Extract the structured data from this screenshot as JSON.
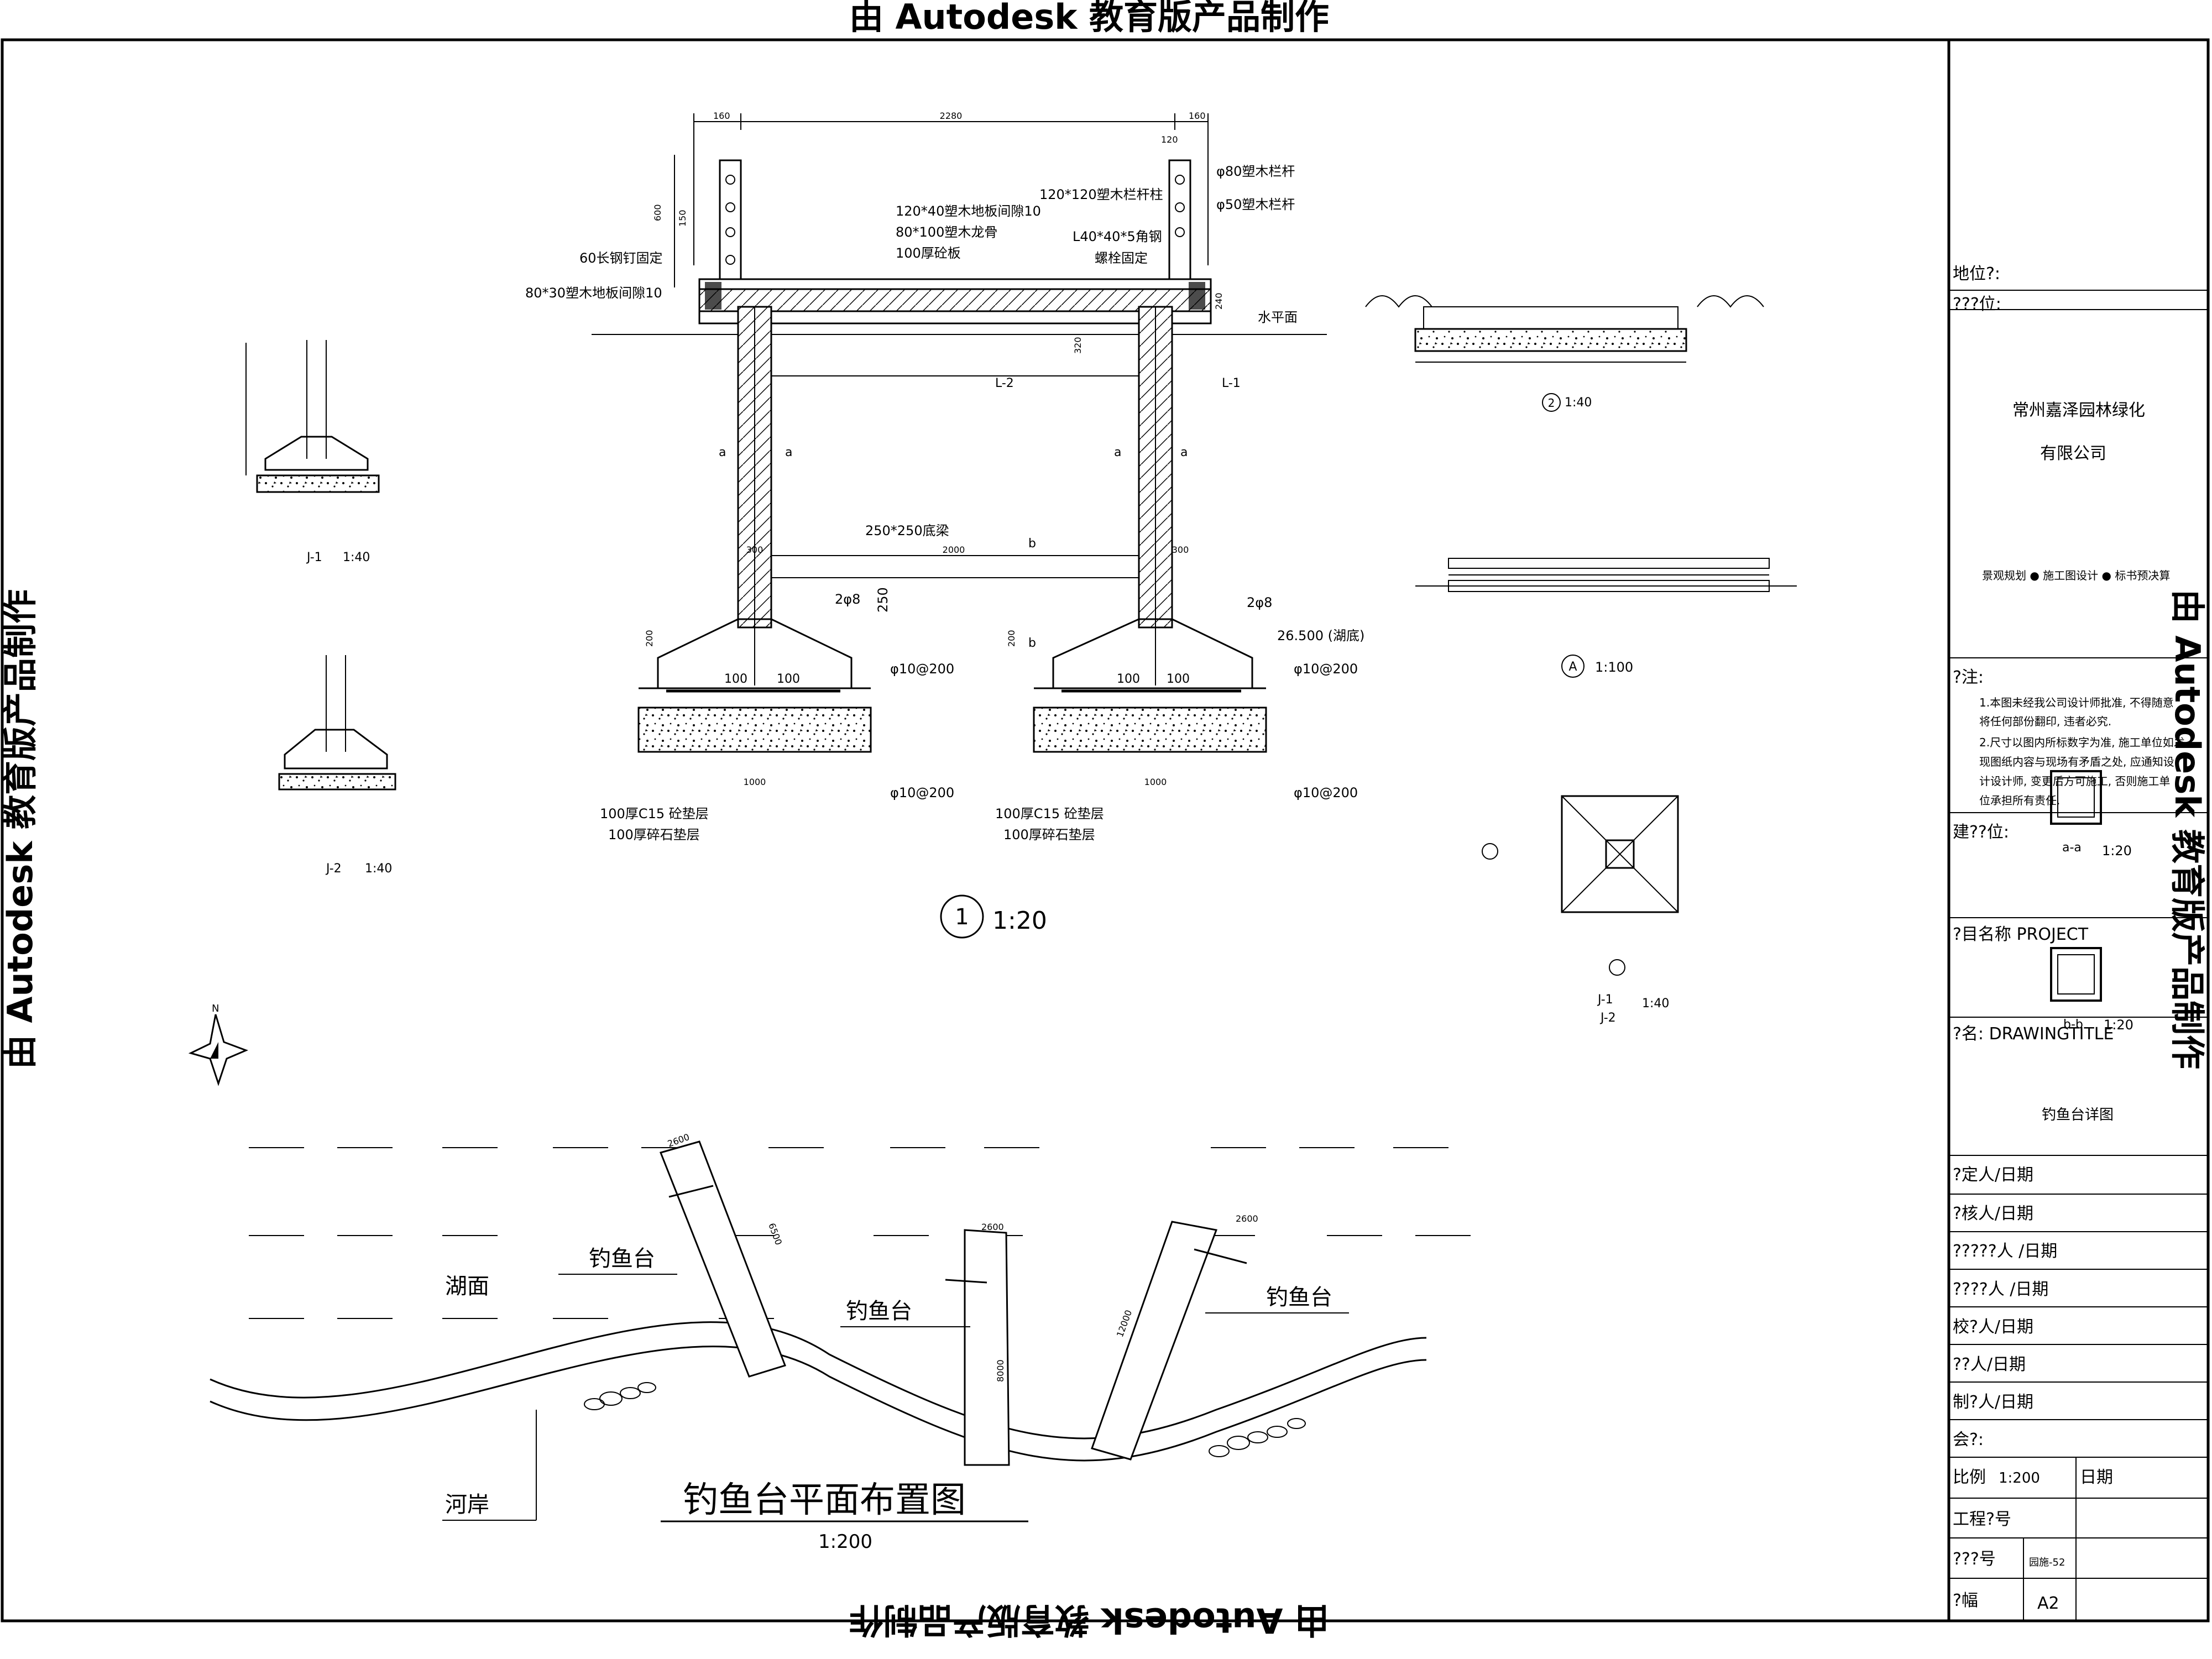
{
  "watermark": {
    "top": "由 Autodesk 教育版产品制作",
    "bottom": "由 Autodesk 教育版产品制作",
    "left": "由 Autodesk 教育版产品制作",
    "right": "由 Autodesk 教育版产品制作"
  },
  "section1": {
    "dims_top": [
      "160",
      "2280",
      "160",
      "120"
    ],
    "labels": {
      "plank": "120*40塑木地板间隙10",
      "joist": "80*100塑木龙骨",
      "slab": "100厚砼板",
      "nail": "60长钢钉固定",
      "floor80": "80*30塑木地板间隙10",
      "angle": "L40*40*5角钢",
      "bolt": "螺栓固定",
      "post": "120*120塑木栏杆柱",
      "rail80": "φ80塑木栏杆",
      "rail50": "φ50塑木栏杆",
      "water": "水平面",
      "beam": "250*250底梁",
      "L2": "L-2",
      "L1": "L-1",
      "rebar2": "2φ8",
      "rebar2b": "2φ8",
      "level": "26.500 (湖底)",
      "phi10a": "φ10@200",
      "phi10b": "φ10@200",
      "phi10c": "φ10@200",
      "c15a": "100厚C15 砼垫层",
      "c15b": "100厚C15 砼垫层",
      "grava": "100厚碎石垫层",
      "gravb": "100厚碎石垫层",
      "d2000": "2000",
      "d300a": "300",
      "d300b": "300",
      "d250": "250",
      "d1000a": "1000",
      "d1000b": "1000",
      "d100": "100",
      "d100b": "100",
      "d600": "600",
      "d150": "150",
      "d240": "240",
      "d320": "320",
      "d200": "200",
      "a": "a",
      "b": "b"
    },
    "scale": "1:20",
    "number": "1"
  },
  "detail2": {
    "number": "2",
    "scale": "1:40"
  },
  "detailA": {
    "number": "A",
    "scale": "1:100"
  },
  "j1": {
    "label": "J-1",
    "scale": "1:40"
  },
  "j2": {
    "label": "J-2",
    "scale": "1:40"
  },
  "j1plan": {
    "label": "J-1",
    "sub": "J-2",
    "scale": "1:40"
  },
  "sectA": {
    "label": "a-a",
    "scale": "1:20"
  },
  "sectB": {
    "label": "b-b",
    "scale": "1:20"
  },
  "plan": {
    "title": "钓鱼台平面布置图",
    "scale": "1:200",
    "lake": "湖面",
    "bank": "河岸",
    "platforms": [
      "钓鱼台",
      "钓鱼台",
      "钓鱼台"
    ],
    "north": "N",
    "dims": [
      "2600",
      "2600",
      "2600",
      "6500",
      "8000",
      "12000"
    ]
  },
  "titleblock": {
    "unit_label": "地位?:",
    "design_unit_label": "???位:",
    "company_line1": "常州嘉泽园林绿化",
    "company_line2": "有限公司",
    "services": "景观规划  ●  施工图设计  ●  标书预决算",
    "notes_label": "?注:",
    "notes": [
      "1.本图未经我公司设计师批准, 不得随意",
      "   将任何部份翻印, 违者必究.",
      "2.尺寸以图内所标数字为准, 施工单位如发",
      "   现图纸内容与现场有矛盾之处, 应通知设",
      "   计设计师, 变更后方可施工, 否则施工单",
      "   位承担所有责任."
    ],
    "client_label": "建??位:",
    "project_label": "?目名称 PROJECT",
    "drawing_label": "?名: DRAWINGTITLE",
    "drawing_title": "钓鱼台详图",
    "rows": [
      "?定人/日期",
      "?核人/日期",
      "?????人 /日期",
      "????人 /日期",
      "校?人/日期",
      "??人/日期",
      "制?人/日期",
      "会?:"
    ],
    "scale_label": "比例",
    "scale_value": "1:200",
    "date_label": "日期",
    "project_no_label": "工程?号",
    "drawing_no_label": "???号",
    "drawing_no": "园施-52",
    "size_label": "?幅",
    "size_value": "A2"
  }
}
